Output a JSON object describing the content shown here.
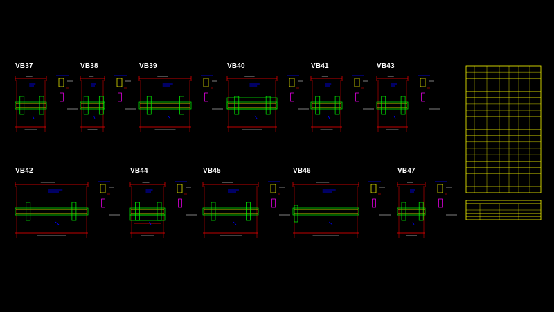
{
  "drawing": {
    "background": "#000000",
    "colors": {
      "rebar": "#ffff00",
      "section": "#00ff00",
      "dimension": "#ff0000",
      "text_blue": "#0000ff",
      "stirrup": "#ff00ff",
      "text_white": "#ffffff",
      "table": "#ffff00"
    },
    "beams": [
      {
        "label": "VB37"
      },
      {
        "label": "VB38"
      },
      {
        "label": "VB39"
      },
      {
        "label": "VB40"
      },
      {
        "label": "VB41"
      },
      {
        "label": "VB43"
      },
      {
        "label": "VB42"
      },
      {
        "label": "VB44"
      },
      {
        "label": "VB45"
      },
      {
        "label": "VB46"
      },
      {
        "label": "VB47"
      }
    ],
    "tables": [
      {
        "name": "rebar-schedule-table",
        "rows": 20,
        "cols": 7
      },
      {
        "name": "summary-table",
        "rows": 6,
        "cols": 4
      }
    ]
  }
}
